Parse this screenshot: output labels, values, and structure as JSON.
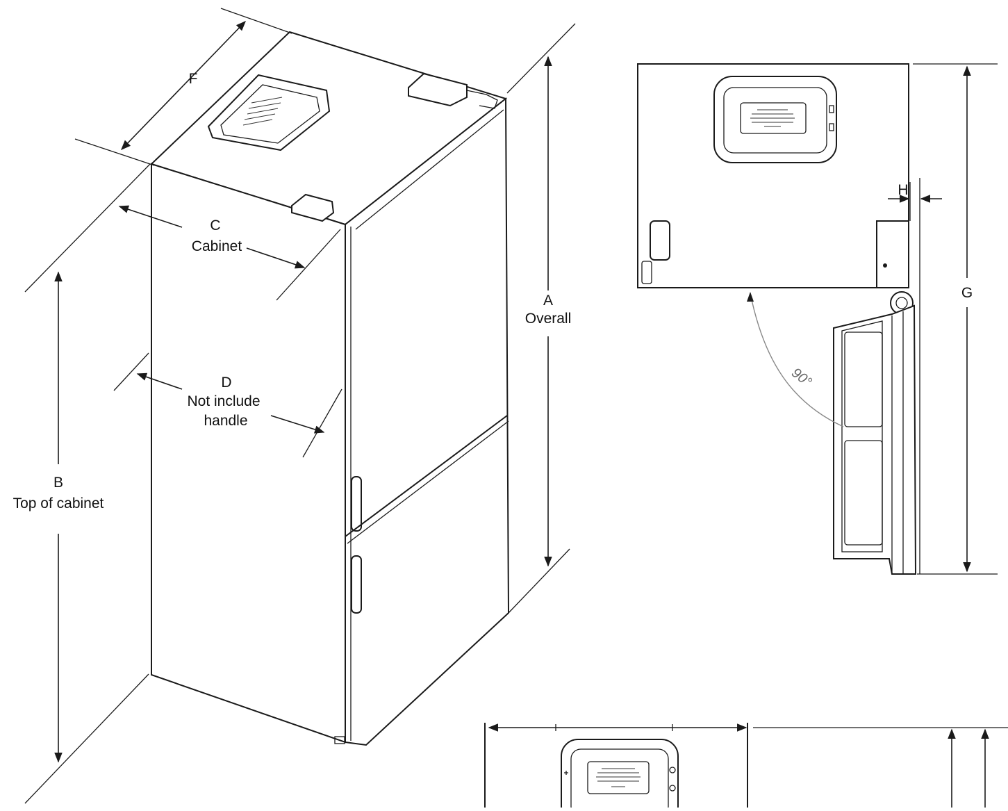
{
  "labels": {
    "f": "F",
    "c": "C",
    "c_sub": "Cabinet",
    "d": "D",
    "d_sub1": "Not include",
    "d_sub2": "handle",
    "a": "A",
    "a_sub": "Overall",
    "b": "B",
    "b_sub": "Top of cabinet",
    "g": "G",
    "h": "H",
    "angle": "90°"
  }
}
